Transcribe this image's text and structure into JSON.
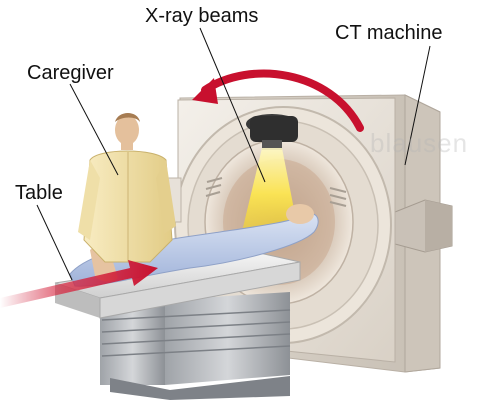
{
  "labels": {
    "xray_beams": "X-ray beams",
    "ct_machine": "CT machine",
    "caregiver": "Caregiver",
    "table": "Table"
  },
  "watermark": "blausen",
  "colors": {
    "arrow": "#c8102e",
    "beam": "#ffe94d",
    "gantry": "#e9e2d8",
    "patient_gown": "#b8c8e8",
    "caregiver_coat": "#f3e2a8"
  }
}
